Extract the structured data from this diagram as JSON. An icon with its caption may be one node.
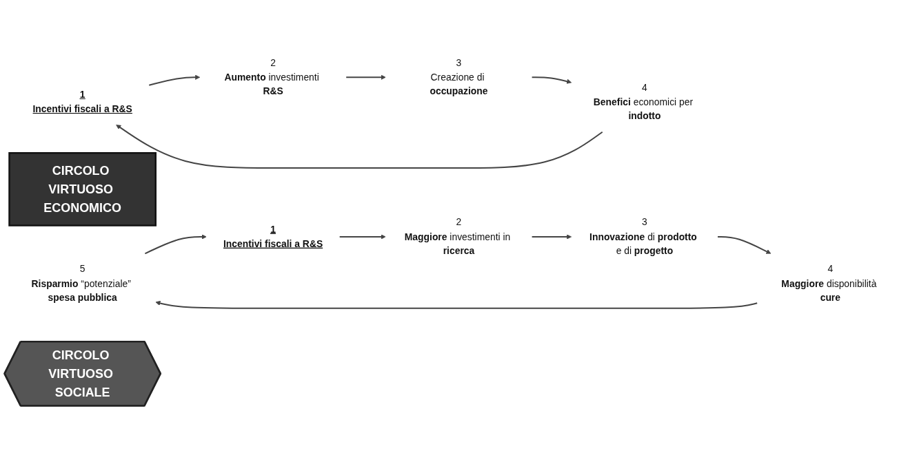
{
  "diagram": {
    "nodes": [
      {
        "text": [
          "1",
          "Incentivi fiscali a R&S"
        ]
      },
      {
        "text": [
          "4",
          "**Benefici** economici per **indotto**"
        ]
      },
      {
        "text": [
          "CIRCOLO VIRTUOSO ECONOMICO"
        ]
      },
      {
        "text": [
          "2",
          "**Aumento** investimenti **R&S**"
        ]
      },
      {
        "text": [
          "3",
          "Creazione di **occupazione**"
        ]
      },
      {
        "text": [
          "5",
          "**Risparmio** “potenziale” **spesa pubblica**"
        ]
      },
      {
        "text": [
          "1",
          "Incentivi fiscali a R&S"
        ]
      },
      {
        "text": [
          "CIRCOLO VIRTUOSO SOCIALE"
        ]
      },
      {
        "text": [
          "4",
          "**Maggiore** disponibilità **cure**"
        ]
      },
      {
        "text": [
          "2",
          "**Maggiore** investimenti in **ricerca**"
        ]
      },
      {
        "text": [
          "3",
          "**Innovazione** di **prodotto** e di **progetto**"
        ]
      }
    ],
    "edges": [
      {
        "from": 0,
        "to": 3,
        "arrow": "to"
      },
      {
        "from": 3,
        "to": 4,
        "arrow": "to"
      },
      {
        "from": 4,
        "to": 1,
        "arrow": "to"
      },
      {
        "from": 1,
        "to": 0,
        "arrow": "to"
      },
      {
        "from": 6,
        "to": 9,
        "arrow": "to"
      },
      {
        "from": 9,
        "to": 10,
        "arrow": "to"
      },
      {
        "from": 10,
        "to": 8,
        "arrow": "to"
      },
      {
        "from": 8,
        "to": 5,
        "arrow": "to"
      },
      {
        "from": 5,
        "to": 6,
        "arrow": "to"
      }
    ]
  }
}
